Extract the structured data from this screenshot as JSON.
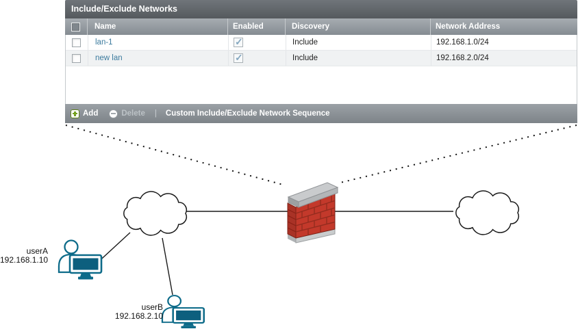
{
  "panel": {
    "title": "Include/Exclude Networks",
    "table": {
      "columns": [
        "Name",
        "Enabled",
        "Discovery",
        "Network Address"
      ],
      "rows": [
        {
          "name": "lan-1",
          "enabled": "checked",
          "discovery": "Include",
          "address": "192.168.1.0/24"
        },
        {
          "name": "new lan",
          "enabled": "checked",
          "discovery": "Include",
          "address": "192.168.2.0/24"
        }
      ]
    },
    "toolbar": {
      "add": "Add",
      "delete": "Delete",
      "separator": "|",
      "sequence": "Custom Include/Exclude Network Sequence"
    }
  },
  "diagram": {
    "users": [
      {
        "name": "userA",
        "ip": "192.168.1.10"
      },
      {
        "name": "userB",
        "ip": "192.168.2.10"
      }
    ]
  },
  "colors": {
    "title_bar": "#55595d",
    "header_gray": "#858c92",
    "link_blue": "#3c7b9e",
    "check_blue": "#84a7c0",
    "add_green": "#74a21e",
    "brick_red": "#c3392b",
    "user_icon_teal": "#0d6b89"
  }
}
